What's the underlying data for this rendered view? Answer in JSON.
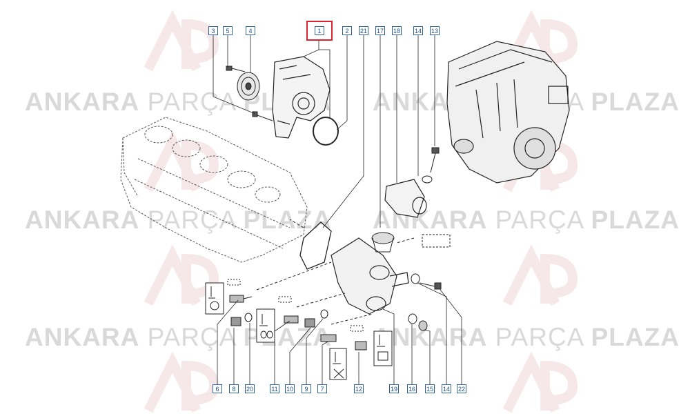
{
  "watermark": {
    "brand_a": "ANKARA",
    "brand_b": "PARÇA",
    "brand_c": "PLAZA"
  },
  "callouts_top": [
    "3",
    "5",
    "4",
    "1",
    "2",
    "21",
    "17",
    "18",
    "14",
    "13"
  ],
  "callouts_bottom": [
    "6",
    "8",
    "20",
    "11",
    "10",
    "9",
    "7",
    "12",
    "19",
    "16",
    "15",
    "14",
    "22"
  ],
  "selected_callout": "1",
  "colors": {
    "selection": "#d9232e",
    "callout_border": "#2e5f95",
    "watermark": "#d9d9d9",
    "line": "#222222"
  }
}
